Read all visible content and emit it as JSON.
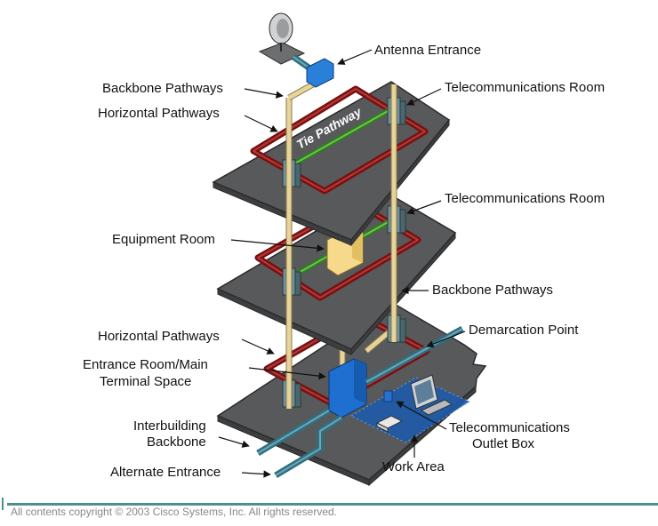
{
  "labels": {
    "antenna_entrance": "Antenna Entrance",
    "backbone_pathways_top": "Backbone Pathways",
    "horizontal_pathways_top": "Horizontal Pathways",
    "telecom_room_top": "Telecommunications Room",
    "tie_pathway": "Tie Pathway",
    "telecom_room_mid": "Telecommunications Room",
    "equipment_room": "Equipment Room",
    "backbone_pathways_right": "Backbone Pathways",
    "horizontal_pathways_bottom": "Horizontal Pathways",
    "demarcation_point": "Demarcation Point",
    "entrance_room_line1": "Entrance Room/Main",
    "entrance_room_line2": "Terminal Space",
    "interbuilding_line1": "Interbuilding",
    "interbuilding_line2": "Backbone",
    "telecom_outlet_line1": "Telecommunications",
    "telecom_outlet_line2": "Outlet Box",
    "work_area": "Work Area",
    "alternate_entrance": "Alternate Entrance"
  },
  "footer": {
    "copyright": "All contents copyright © 2003 Cisco Systems, Inc. All rights reserved."
  },
  "colors": {
    "horizontal_pathway": "#7a1010",
    "backbone_pathway": "#e6d49a",
    "tie_pathway": "#2f7d1f",
    "entrance_cable": "#2f6f7f",
    "floor_slab": "#58595b",
    "work_area": "#1e5aa8",
    "footer_rule": "#4f8f8f"
  }
}
